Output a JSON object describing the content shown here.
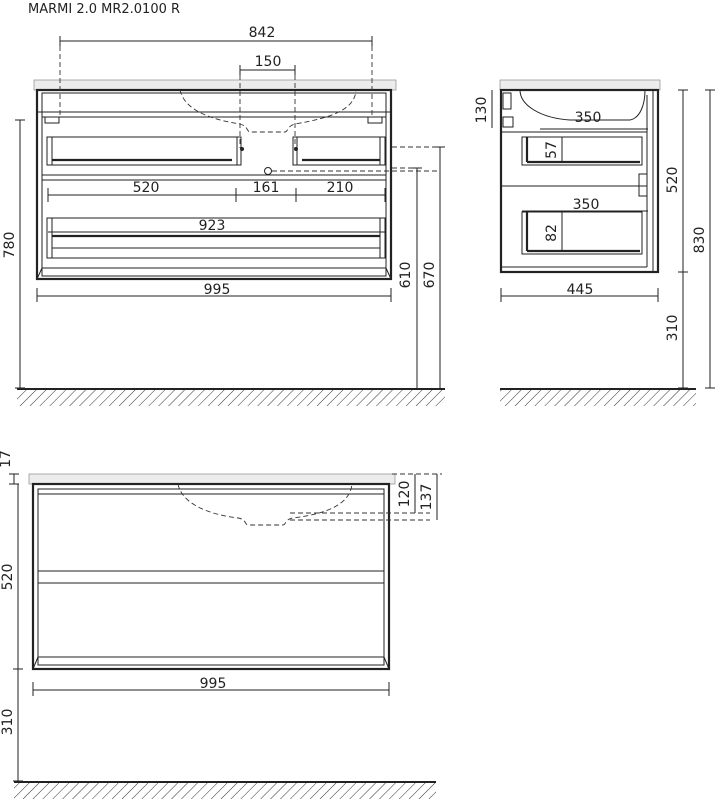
{
  "title": "MARMI 2.0 MR2.0100 R",
  "front_view": {
    "dims": {
      "d842": "842",
      "d150": "150",
      "d520": "520",
      "d161": "161",
      "d210": "210",
      "d923": "923",
      "d995": "995",
      "d780": "780",
      "d610": "610",
      "d670": "670"
    }
  },
  "side_view": {
    "dims": {
      "d130": "130",
      "d350a": "350",
      "d57": "57",
      "d350b": "350",
      "d82": "82",
      "d445": "445",
      "d520": "520",
      "d830": "830",
      "d310": "310"
    }
  },
  "bottom_view": {
    "dims": {
      "d17": "17",
      "d120": "120",
      "d137": "137",
      "d520": "520",
      "d995": "995",
      "d310": "310"
    }
  }
}
